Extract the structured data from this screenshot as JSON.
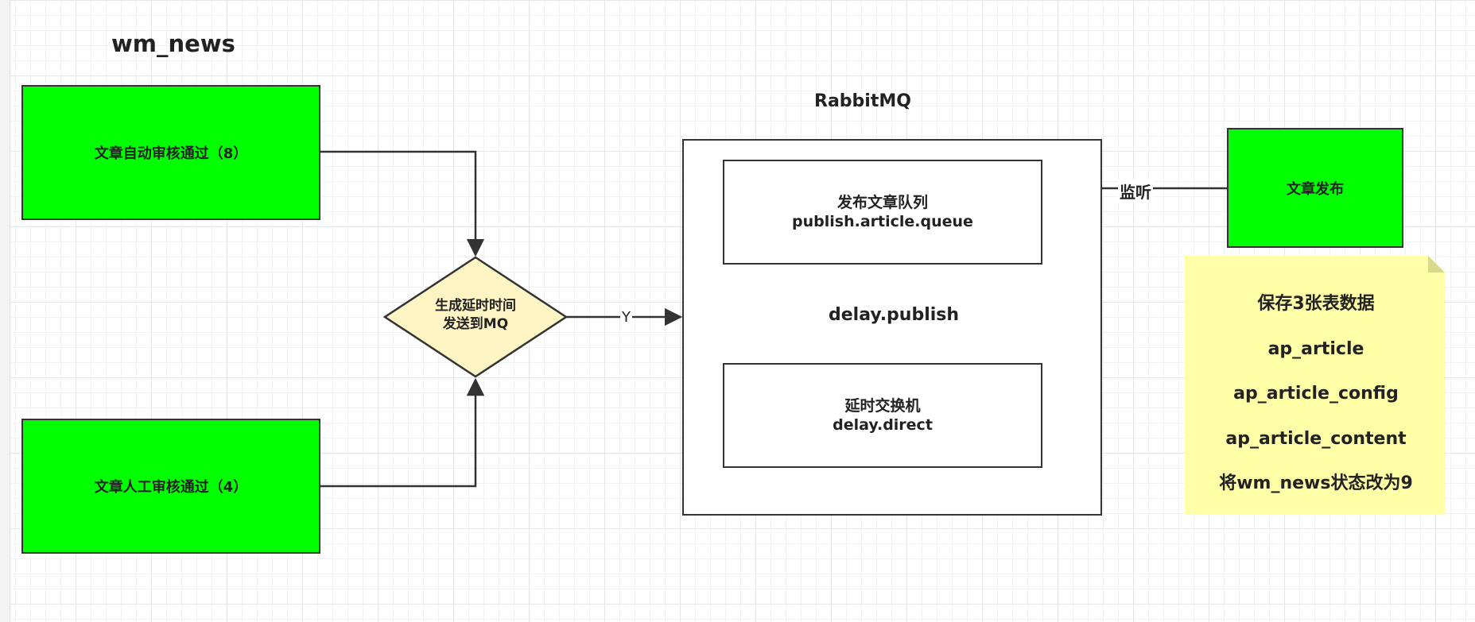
{
  "diagram": {
    "title": "wm_news",
    "rabbitmq_label": "RabbitMQ",
    "nodes": {
      "auto_review": "文章自动审核通过（8）",
      "manual_review": "文章人工审核通过（4）",
      "decision_line1": "生成延时时间",
      "decision_line2": "发送到MQ",
      "queue_line1": "发布文章队列",
      "queue_line2": "publish.article.queue",
      "exchange_line1": "延时交换机",
      "exchange_line2": "delay.direct",
      "article_publish": "文章发布"
    },
    "edges": {
      "yes_label": "Y",
      "routing_key": "delay.publish",
      "listen_label": "监听"
    },
    "note": {
      "lines": [
        "保存3张表数据",
        "ap_article",
        "ap_article_config",
        "ap_article_content",
        "将wm_news状态改为9"
      ]
    },
    "colors": {
      "process_green": "#00ff00",
      "decision_fill": "#fff5c4",
      "note_fill": "#ffffa8",
      "stroke": "#333333"
    }
  }
}
